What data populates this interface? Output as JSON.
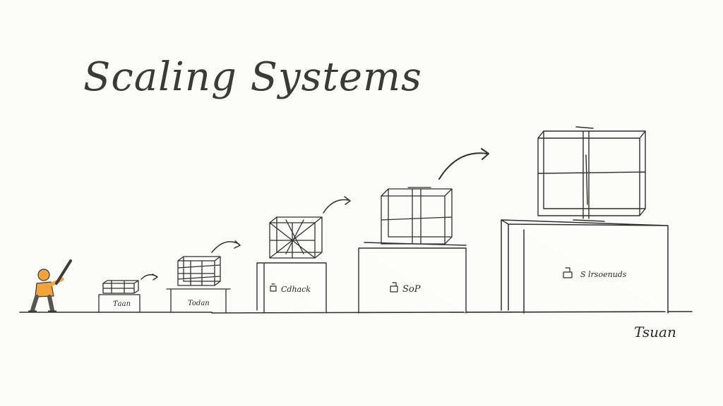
{
  "title": "Scaling Systems",
  "stages": [
    {
      "label": "Ƭaan"
    },
    {
      "label": "Todan"
    },
    {
      "label": "Cdhack"
    },
    {
      "label": "SoP"
    },
    {
      "label": "S lrsoenuds"
    }
  ],
  "signature": "Tsuan",
  "colors": {
    "ink": "#2f2f2f",
    "figure_body": "#f2a33a",
    "figure_legs": "#555555",
    "background": "#fbfbf7"
  }
}
